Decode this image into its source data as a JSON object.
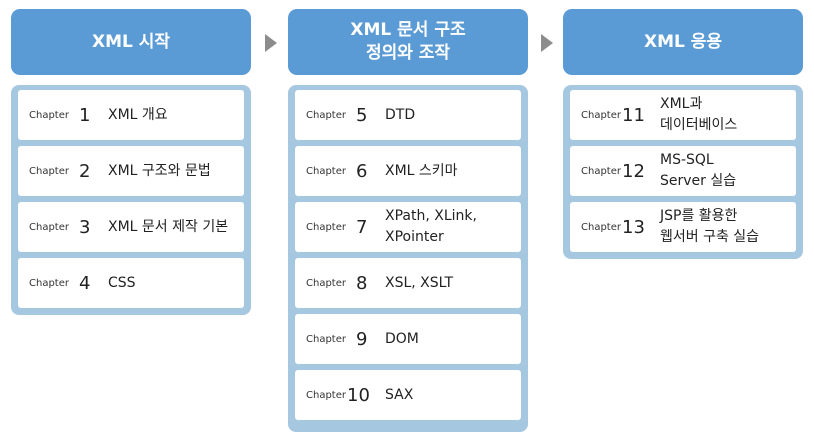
{
  "columns": [
    {
      "title": [
        "XML 시작"
      ],
      "chapters": [
        {
          "word": "Chapter",
          "num": "1",
          "title": [
            "XML 개요"
          ]
        },
        {
          "word": "Chapter",
          "num": "2",
          "title": [
            "XML 구조와 문법"
          ]
        },
        {
          "word": "Chapter",
          "num": "3",
          "title": [
            "XML 문서 제작 기본"
          ]
        },
        {
          "word": "Chapter",
          "num": "4",
          "title": [
            "CSS"
          ]
        }
      ]
    },
    {
      "title": [
        "XML 문서 구조",
        "정의와 조작"
      ],
      "chapters": [
        {
          "word": "Chapter",
          "num": "5",
          "title": [
            "DTD"
          ]
        },
        {
          "word": "Chapter",
          "num": "6",
          "title": [
            "XML 스키마"
          ]
        },
        {
          "word": "Chapter",
          "num": "7",
          "title": [
            "XPath, XLink,",
            "XPointer"
          ]
        },
        {
          "word": "Chapter",
          "num": "8",
          "title": [
            "XSL, XSLT"
          ]
        },
        {
          "word": "Chapter",
          "num": "9",
          "title": [
            "DOM"
          ]
        },
        {
          "word": "Chapter",
          "num": "10",
          "title": [
            "SAX"
          ]
        }
      ]
    },
    {
      "title": [
        "XML 응용"
      ],
      "chapters": [
        {
          "word": "Chapter",
          "num": "11",
          "title": [
            "XML과",
            "데이터베이스"
          ]
        },
        {
          "word": "Chapter",
          "num": "12",
          "title": [
            "MS-SQL",
            "Server 실습"
          ]
        },
        {
          "word": "Chapter",
          "num": "13",
          "title": [
            "JSP를 활용한",
            "웹서버 구축 실습"
          ]
        }
      ]
    }
  ],
  "colors": {
    "header": "#5b9bd5",
    "panel": "#a5c8e0",
    "arrow": "#8c8c8c"
  }
}
